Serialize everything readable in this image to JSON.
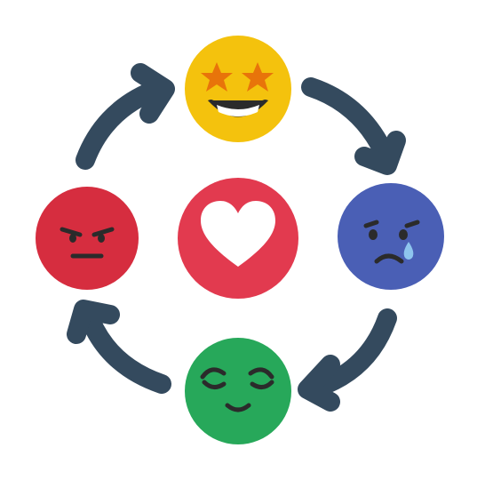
{
  "colors": {
    "background": "#ffffff",
    "arrow": "#344a5e",
    "excited_face": "#f4c20d",
    "sad_face": "#4a5fb5",
    "calm_face": "#27a85a",
    "angry_face": "#d62d3f",
    "center_circle": "#e23a4f",
    "feature": "#2b2b2b",
    "star": "#e8740a",
    "tear": "#8ec5ee",
    "heart": "#ffffff"
  },
  "cycle": {
    "direction": "clockwise",
    "emotions": [
      {
        "icon": "star-eyes-grinning-face-icon",
        "position": "top"
      },
      {
        "icon": "crying-sad-face-icon",
        "position": "right"
      },
      {
        "icon": "relieved-calm-face-icon",
        "position": "bottom"
      },
      {
        "icon": "angry-face-icon",
        "position": "left"
      }
    ],
    "center": {
      "icon": "heart-icon"
    }
  }
}
